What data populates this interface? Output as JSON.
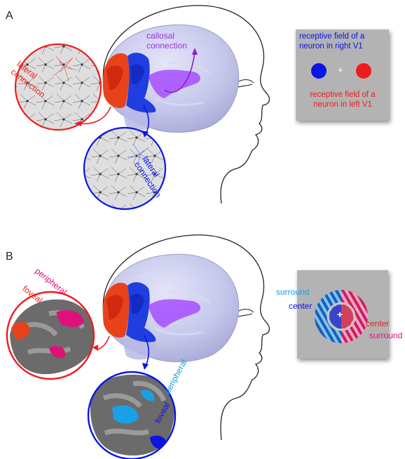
{
  "panel_a": {
    "letter": "A",
    "callosal_label": [
      "callosal",
      "connection"
    ],
    "lateral_left_label": [
      "lateral",
      "connection"
    ],
    "lateral_right_label": [
      "lateral",
      "connection"
    ],
    "legend": {
      "right_v1_text": [
        "receptive field of a",
        "neuron in right V1"
      ],
      "left_v1_text": [
        "receptive field of a",
        "neuron in left V1"
      ],
      "fixation": "+"
    }
  },
  "panel_b": {
    "letter": "B",
    "left_labels": {
      "peripheral": "peripheral",
      "foveal": "foveal"
    },
    "right_labels": {
      "peripheral": "peripheral",
      "foveal": "foveal"
    },
    "stimulus": {
      "surround_left": "surround",
      "center_left": "center",
      "center_right": "center",
      "surround_right": "surround",
      "fixation": "+"
    }
  },
  "colors": {
    "blue": "#0a14e6",
    "red": "#ee1c1c",
    "purple": "#9b30d9",
    "magenta": "#e0107a",
    "cyan": "#1aa0e6",
    "brain": "#c9cbec",
    "box": "#b3b3b3"
  }
}
